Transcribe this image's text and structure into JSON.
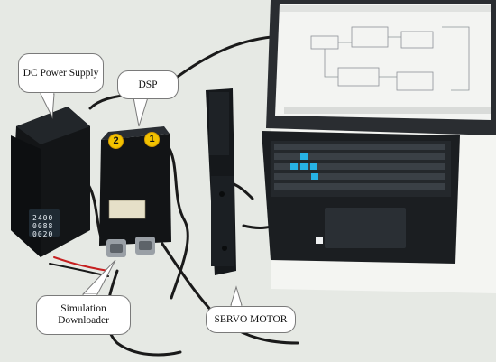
{
  "labels": {
    "dc_power_supply": "DC  Power  Supply",
    "dsp": "DSP",
    "simulation_line1": "Simulation",
    "simulation_line2": "Downloader",
    "servo_motor": "SERVO  MOTOR"
  },
  "port_badges": [
    "2",
    "1"
  ],
  "psu_display": [
    "2400",
    "0088",
    "0020"
  ],
  "colors": {
    "callout_fill": "#ffffff",
    "badge_yellow": "#f2c200",
    "device_black": "#121416",
    "laptop_screen": "#f3f4f2",
    "keyboard_backlight": "#27b3e6"
  }
}
